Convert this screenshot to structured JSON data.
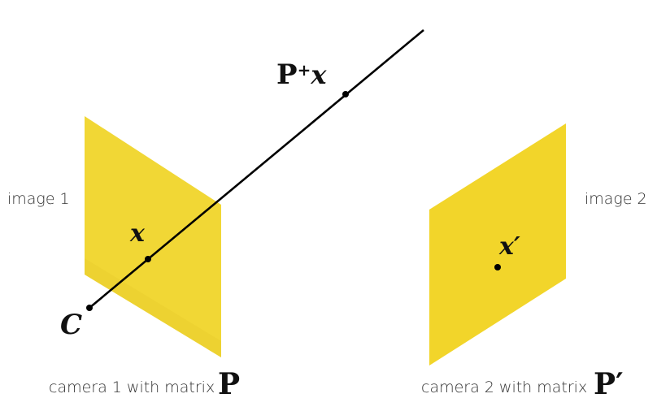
{
  "labels": {
    "image_1": "image 1",
    "image_2": "image 2",
    "camera_1_caption": "camera 1 with matrix",
    "camera_1_matrix": "P",
    "camera_2_caption": "camera 2 with matrix",
    "camera_2_matrix": "P′",
    "camera_center": "C",
    "point_x": "x",
    "point_x_prime": "x′",
    "backprojected_base": "P",
    "backprojected_sup": "+",
    "backprojected_var": "x"
  },
  "colors": {
    "image_plane_fill": "#f0d52a",
    "image_plane_shade": "#e8cf3c",
    "ray": "#000000",
    "text": "#333333"
  }
}
